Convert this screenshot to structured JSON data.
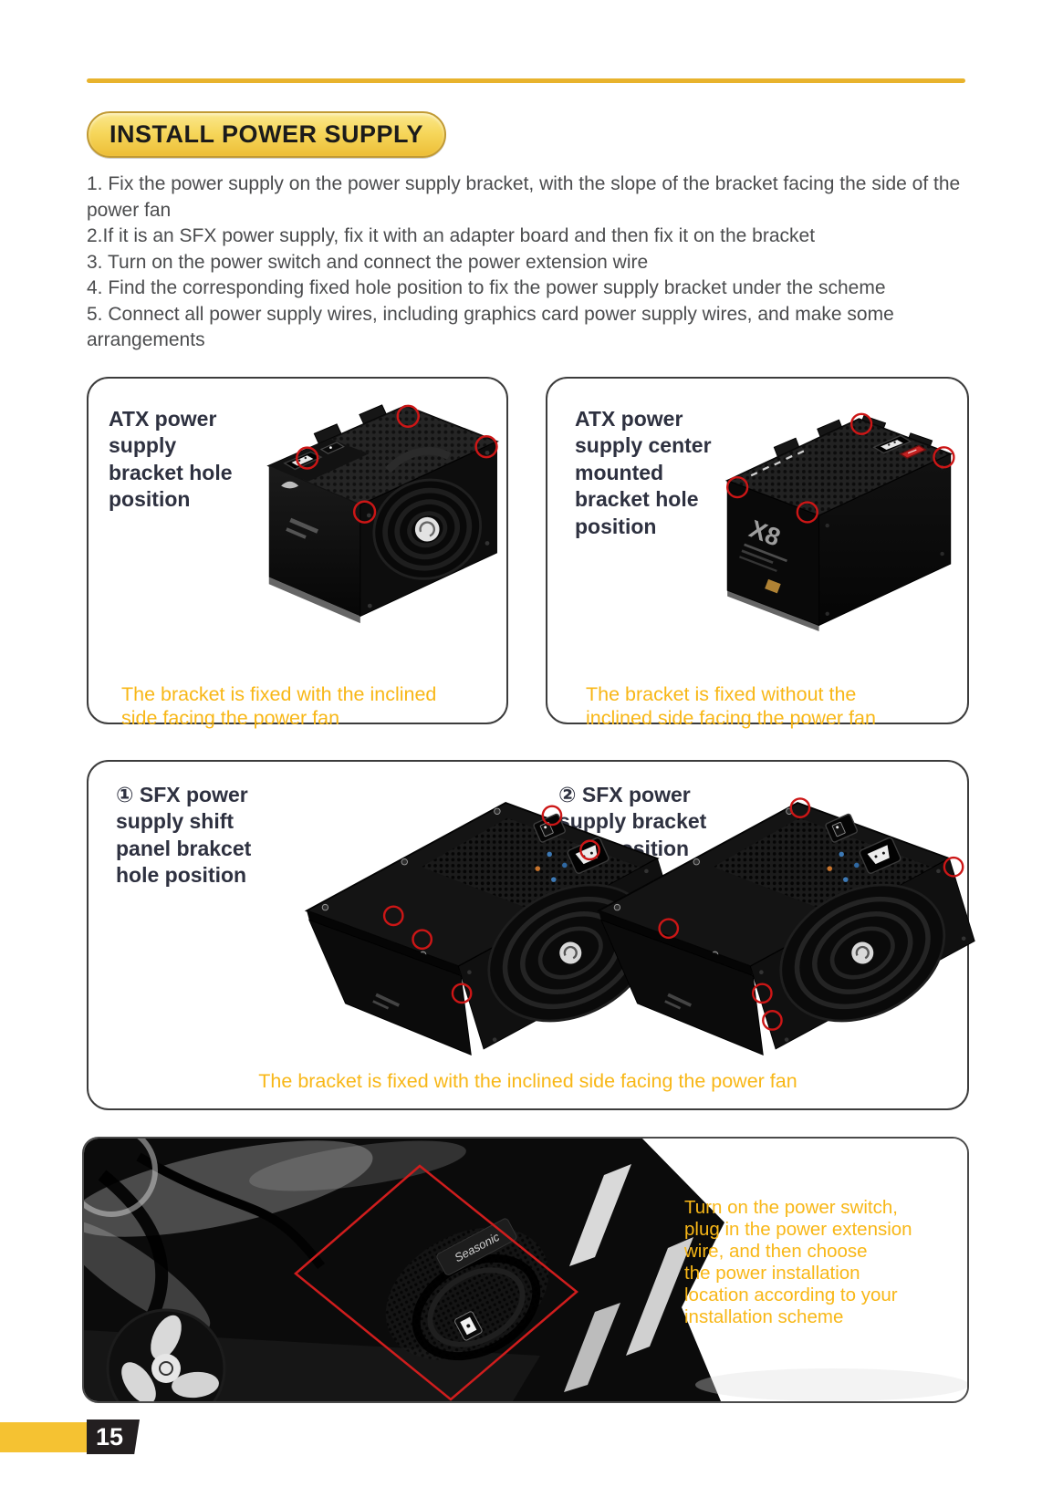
{
  "page_number": "15",
  "header": {
    "title": "INSTALL POWER SUPPLY"
  },
  "instructions": [
    "1. Fix the power supply on the power supply bracket, with the slope of the bracket facing the side of the power fan",
    "2.If it is an SFX power supply, fix it with an adapter board and then fix it on the bracket",
    "3. Turn on the power switch and connect the power extension wire",
    "4. Find the corresponding fixed hole position to fix the power supply bracket under the scheme",
    "5. Connect all power supply wires, including graphics card power supply wires, and make some arrangements"
  ],
  "cards": {
    "atx_left": {
      "title": "ATX power supply bracket hole position",
      "caption": "The bracket is fixed with the inclined side facing the power fan"
    },
    "atx_right": {
      "title": "ATX power supply center mounted bracket hole position",
      "caption": "The bracket is fixed without the inclined side facing the power fan"
    },
    "sfx": {
      "label_1": "① SFX power supply shift panel brakcet hole position",
      "label_2": "② SFX power supply bracket hole position",
      "caption": "The bracket is fixed with the inclined side facing the power fan"
    }
  },
  "photo_panel": {
    "note_lines": [
      "Turn on the power switch,",
      "plug in the power extension",
      "wire, and then choose",
      "the power installation",
      "location according to your",
      "installation scheme"
    ],
    "psu_brand": "Seasonic"
  },
  "icons": {
    "hole_marker": "red-circle-outline"
  },
  "colors": {
    "gold": "#E8B32D",
    "caption": "#F8B717",
    "red-marker": "#CC1616",
    "bar": "#F5C232",
    "title-text": "#2E3140",
    "body-text": "#4B4C4E"
  }
}
